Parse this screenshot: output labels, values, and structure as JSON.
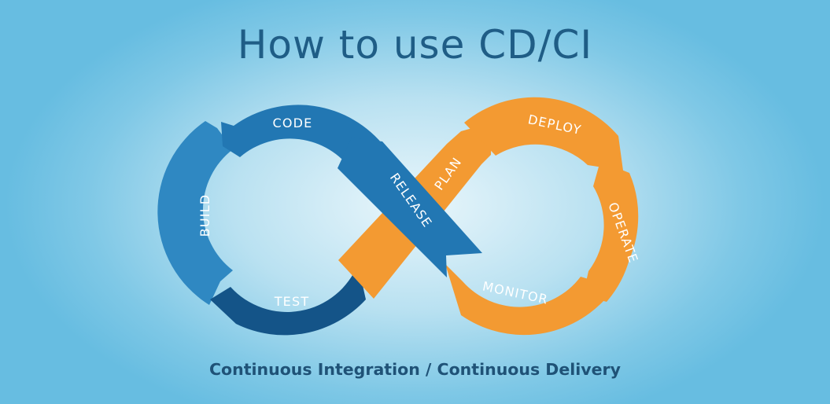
{
  "title": "How to use CD/CI",
  "subtitle": "Continuous Integration / Continuous Delivery",
  "segments": {
    "code": "CODE",
    "build": "BUILD",
    "test": "TEST",
    "release": "RELEASE",
    "plan": "PLAN",
    "deploy": "DEPLOY",
    "operate": "OPERATE",
    "monitor": "MONITOR"
  },
  "colors": {
    "ci_blue": "#2277b3",
    "ci_blue_light": "#2f88c2",
    "ci_blue_dark": "#145488",
    "cd_orange": "#f39a32",
    "cd_orange_dark": "#ec8a1d",
    "title": "#1f5d86"
  }
}
